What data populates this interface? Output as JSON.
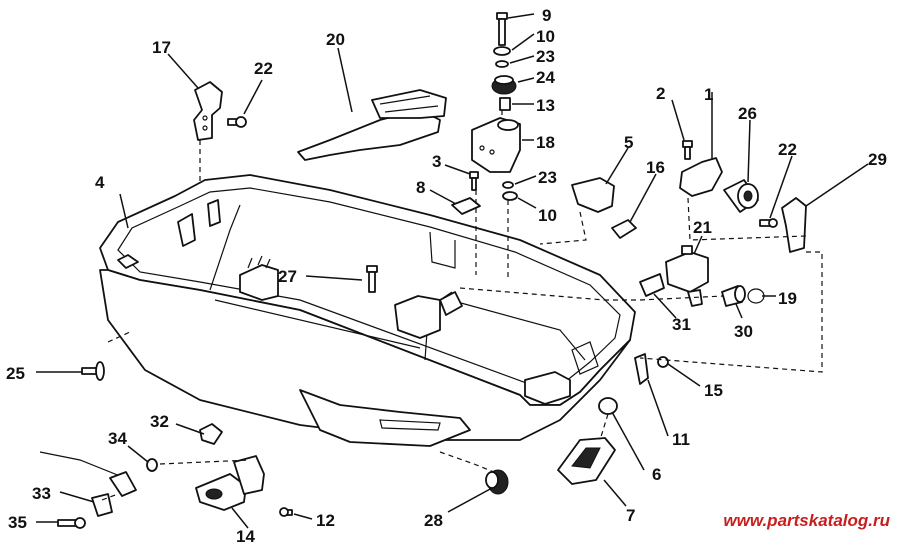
{
  "labels": {
    "l1": "1",
    "l2": "2",
    "l3": "3",
    "l4": "4",
    "l5": "5",
    "l6": "6",
    "l7": "7",
    "l8": "8",
    "l9": "9",
    "l10a": "10",
    "l10b": "10",
    "l11": "11",
    "l12": "12",
    "l13": "13",
    "l14": "14",
    "l15": "15",
    "l16": "16",
    "l17": "17",
    "l18": "18",
    "l19": "19",
    "l20": "20",
    "l21": "21",
    "l22a": "22",
    "l22b": "22",
    "l23a": "23",
    "l23b": "23",
    "l24": "24",
    "l25": "25",
    "l26": "26",
    "l27": "27",
    "l28": "28",
    "l29": "29",
    "l30": "30",
    "l31": "31",
    "l32": "32",
    "l33": "33",
    "l34": "34",
    "l35": "35"
  },
  "watermark": "www.partskatalog.ru"
}
